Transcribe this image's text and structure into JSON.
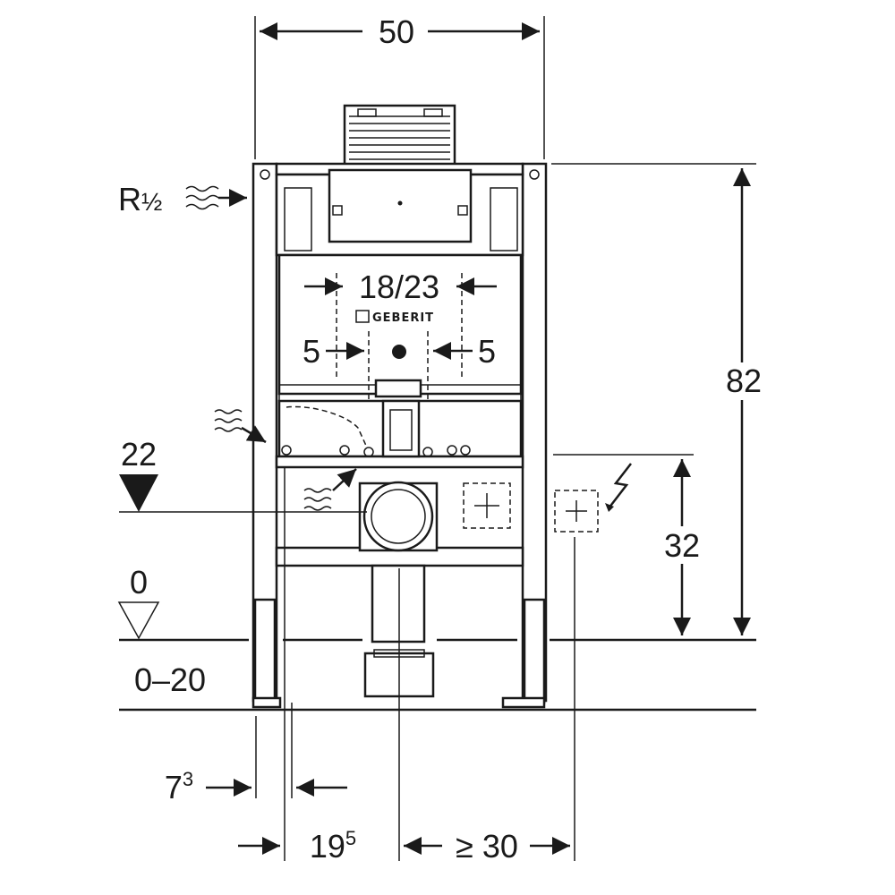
{
  "diagram": {
    "brand": "GEBERIT",
    "dimensions": {
      "width": "50",
      "height": "82",
      "connection_width": "18/23",
      "side_left": "5",
      "side_right": "5",
      "pipe_height": "22",
      "floor": "0",
      "floor_range": "0–20",
      "socket_height": "32",
      "foot_offset_main": "7",
      "foot_offset_sup": "3",
      "frame_depth_main": "19",
      "frame_depth_sup": "5",
      "socket_distance": "≥ 30"
    },
    "water_connection": {
      "main": "R",
      "fraction": "½"
    }
  }
}
